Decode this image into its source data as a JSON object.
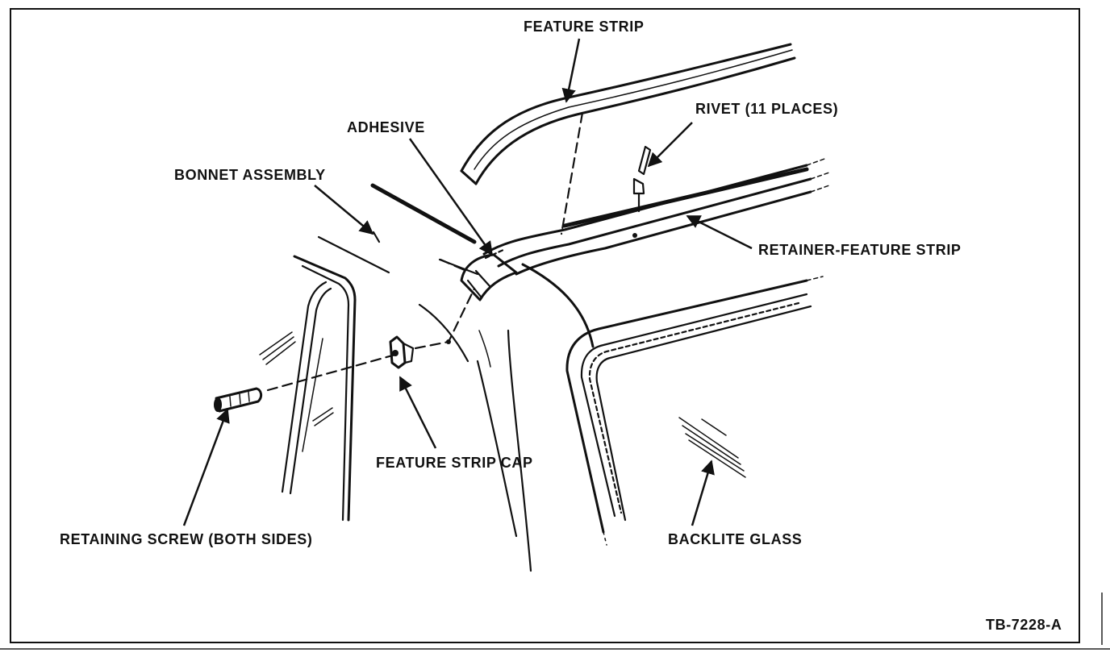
{
  "labels": {
    "feature_strip": "FEATURE STRIP",
    "rivet": "RIVET (11 PLACES)",
    "adhesive": "ADHESIVE",
    "bonnet_assembly": "BONNET ASSEMBLY",
    "retainer_feature_strip": "RETAINER-FEATURE STRIP",
    "feature_strip_cap": "FEATURE STRIP CAP",
    "retaining_screw": "RETAINING SCREW (BOTH SIDES)",
    "backlite_glass": "BACKLITE GLASS",
    "figure_id": "TB-7228-A"
  }
}
